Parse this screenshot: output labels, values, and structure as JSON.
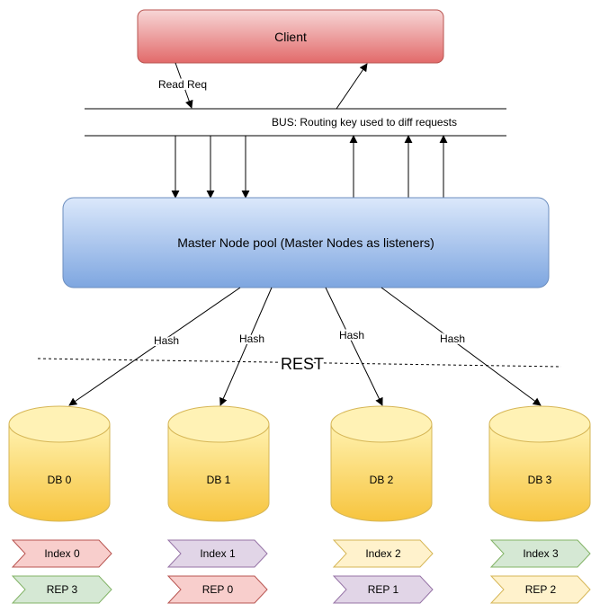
{
  "client": {
    "label": "Client"
  },
  "read_req": "Read Req",
  "bus": {
    "label": "BUS: Routing key used to diff requests"
  },
  "master": {
    "label": "Master Node pool (Master Nodes as listeners)"
  },
  "hash_label": "Hash",
  "rest_label": "REST",
  "databases": [
    {
      "label": "DB 0",
      "index": {
        "label": "Index 0",
        "color": "#f8cecc",
        "stroke": "#b85450"
      },
      "rep": {
        "label": "REP 3",
        "color": "#d5e8d4",
        "stroke": "#82b366"
      }
    },
    {
      "label": "DB 1",
      "index": {
        "label": "Index 1",
        "color": "#e1d5e7",
        "stroke": "#9673a6"
      },
      "rep": {
        "label": "REP 0",
        "color": "#f8cecc",
        "stroke": "#b85450"
      }
    },
    {
      "label": "DB 2",
      "index": {
        "label": "Index 2",
        "color": "#fff2cc",
        "stroke": "#d6b656"
      },
      "rep": {
        "label": "REP 1",
        "color": "#e1d5e7",
        "stroke": "#9673a6"
      }
    },
    {
      "label": "DB 3",
      "index": {
        "label": "Index 3",
        "color": "#d5e8d4",
        "stroke": "#82b366"
      },
      "rep": {
        "label": "REP 2",
        "color": "#fff2cc",
        "stroke": "#d6b656"
      }
    }
  ]
}
